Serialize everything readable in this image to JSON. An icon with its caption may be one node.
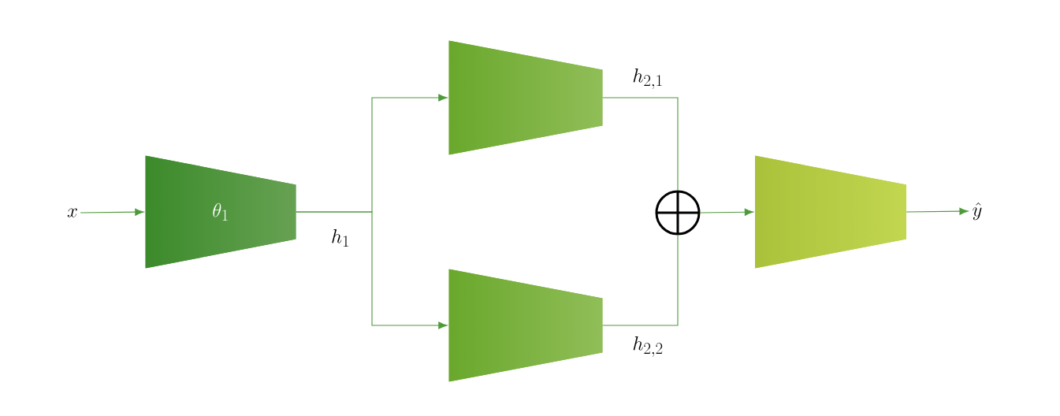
{
  "diagram": {
    "nodes": [
      {
        "text": [
          "x"
        ]
      },
      {
        "text": [
          "\\theta_1"
        ]
      },
      {
        "text": [],
        "shape": "trapezoid"
      },
      {
        "text": [],
        "shape": "trapezoid"
      },
      {
        "text": [],
        "shape": "circle"
      },
      {
        "text": [],
        "shape": "trapezoid"
      },
      {
        "text": [
          "\\hat{y}"
        ]
      }
    ],
    "edges": [
      {
        "from": 0,
        "to": 1,
        "arrow": "to"
      },
      {
        "from": 1,
        "to": 2,
        "arrow": "to"
      },
      {
        "from": 1,
        "to": 3,
        "arrow": "to"
      },
      {
        "from": 2,
        "to": 4,
        "arrow": "none"
      },
      {
        "from": 3,
        "to": 4,
        "arrow": "none"
      },
      {
        "from": 4,
        "to": 5,
        "arrow": "to"
      },
      {
        "from": 5,
        "to": 6,
        "arrow": "to"
      }
    ],
    "labels": [
      "h_1",
      "h_{2,1}",
      "h_{2,2}"
    ]
  }
}
